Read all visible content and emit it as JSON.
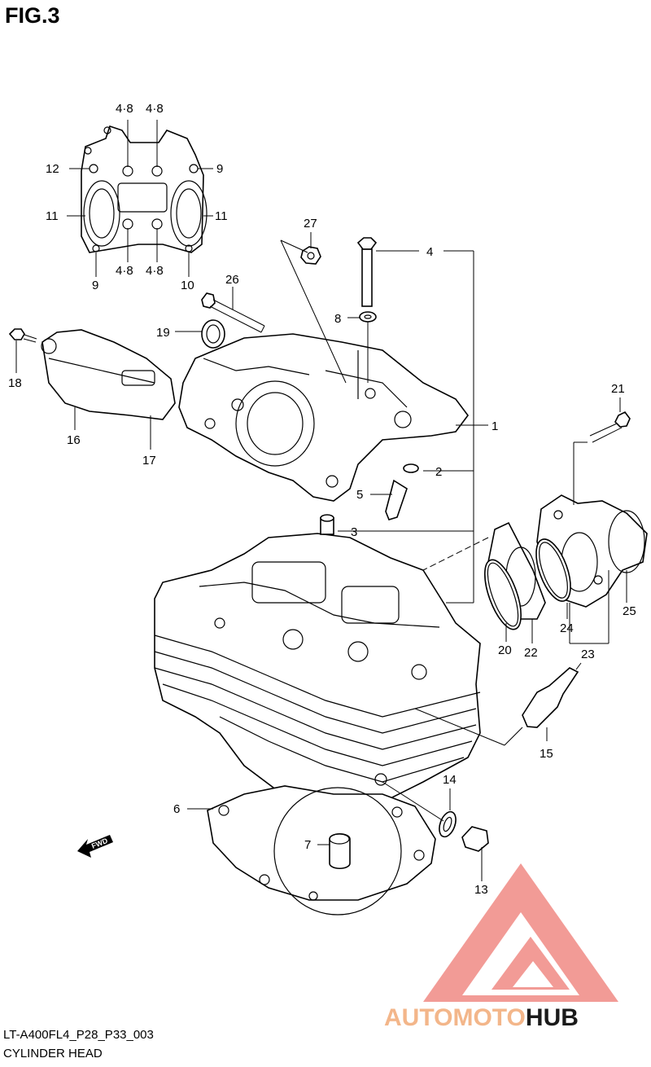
{
  "figure": {
    "title": "FIG.3"
  },
  "footer": {
    "code": "LT-A400FL4_P28_P33_003",
    "name": "CYLINDER HEAD"
  },
  "watermark": {
    "text": "AUTOMOTOHUB",
    "color_main": "#f3b68a",
    "color_accent": "#1a1a1a",
    "logo_color": "#f08a84"
  },
  "fwd_label": "FWD",
  "callouts": [
    {
      "id": "c-4-8-a",
      "text": "4·8"
    },
    {
      "id": "c-4-8-b",
      "text": "4·8"
    },
    {
      "id": "c-12",
      "text": "12"
    },
    {
      "id": "c-9-a",
      "text": "9"
    },
    {
      "id": "c-11-a",
      "text": "11"
    },
    {
      "id": "c-11-b",
      "text": "11"
    },
    {
      "id": "c-4-8-c",
      "text": "4·8"
    },
    {
      "id": "c-4-8-d",
      "text": "4·8"
    },
    {
      "id": "c-9-b",
      "text": "9"
    },
    {
      "id": "c-10",
      "text": "10"
    },
    {
      "id": "c-27",
      "text": "27"
    },
    {
      "id": "c-4",
      "text": "4"
    },
    {
      "id": "c-26",
      "text": "26"
    },
    {
      "id": "c-8",
      "text": "8"
    },
    {
      "id": "c-19",
      "text": "19"
    },
    {
      "id": "c-18",
      "text": "18"
    },
    {
      "id": "c-16",
      "text": "16"
    },
    {
      "id": "c-17",
      "text": "17"
    },
    {
      "id": "c-1",
      "text": "1"
    },
    {
      "id": "c-21",
      "text": "21"
    },
    {
      "id": "c-2",
      "text": "2"
    },
    {
      "id": "c-5",
      "text": "5"
    },
    {
      "id": "c-3",
      "text": "3"
    },
    {
      "id": "c-25",
      "text": "25"
    },
    {
      "id": "c-20",
      "text": "20"
    },
    {
      "id": "c-22",
      "text": "22"
    },
    {
      "id": "c-24",
      "text": "24"
    },
    {
      "id": "c-23",
      "text": "23"
    },
    {
      "id": "c-15",
      "text": "15"
    },
    {
      "id": "c-14",
      "text": "14"
    },
    {
      "id": "c-6",
      "text": "6"
    },
    {
      "id": "c-7",
      "text": "7"
    },
    {
      "id": "c-13",
      "text": "13"
    }
  ]
}
